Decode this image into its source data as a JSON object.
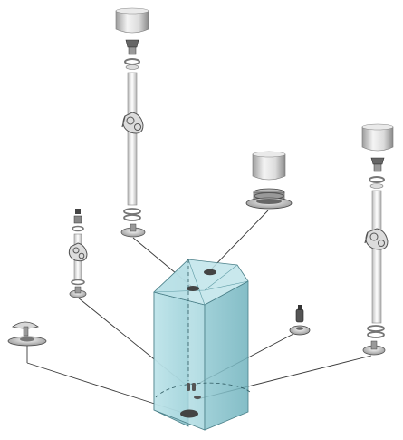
{
  "figure": {
    "kind": "exploded-assembly-diagram",
    "colors": {
      "background": "#ffffff",
      "container_fill": "#a8d8df",
      "container_stroke": "#4a7f88",
      "metal_light": "#f2f2f2",
      "metal_mid": "#c8c8c8",
      "metal_dark": "#555555",
      "leader_line": "#3a3a3a"
    },
    "components": [
      {
        "id": "tall-container",
        "icon": "transparent-tank"
      },
      {
        "id": "left-tall-tube-assembly",
        "icon": "tube-with-clamp"
      },
      {
        "id": "center-cap-and-flange",
        "icon": "cap-flange"
      },
      {
        "id": "right-tall-tube-assembly",
        "icon": "tube-with-clamp"
      },
      {
        "id": "left-small-tube-assembly",
        "icon": "small-tube-with-clamp"
      },
      {
        "id": "far-left-valve-disc",
        "icon": "valve-disc"
      },
      {
        "id": "small-probe-fitting",
        "icon": "probe-fitting"
      }
    ]
  }
}
